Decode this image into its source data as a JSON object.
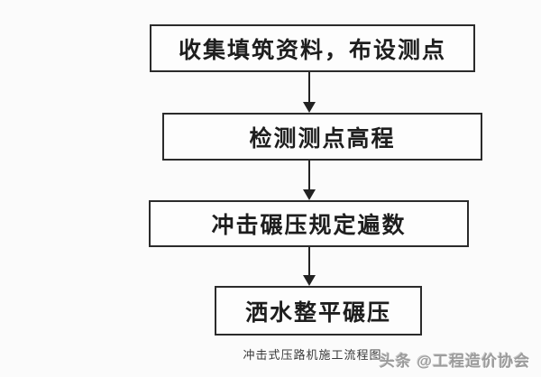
{
  "flowchart": {
    "title_caption": "冲击式压路机施工流程图",
    "steps": [
      {
        "label": "收集填筑资料，布设测点"
      },
      {
        "label": "检测测点高程"
      },
      {
        "label": "冲击碾压规定遍数"
      },
      {
        "label": "洒水整平碾压"
      }
    ],
    "connectors": [
      {
        "from": 0,
        "to": 1,
        "type": "arrow-down"
      },
      {
        "from": 1,
        "to": 2,
        "type": "arrow-down"
      },
      {
        "from": 2,
        "to": 3,
        "type": "arrow-down"
      }
    ]
  },
  "watermark": {
    "text": "头条 @工程造价协会"
  },
  "colors": {
    "background": "#fbfbfb",
    "box_border": "#2b2b2b",
    "box_fill": "#fdfdfd",
    "box_text": "#1e1e1e",
    "arrow": "#222222",
    "caption_text": "#3a3a3a",
    "watermark_text": "#9b9b9b"
  }
}
